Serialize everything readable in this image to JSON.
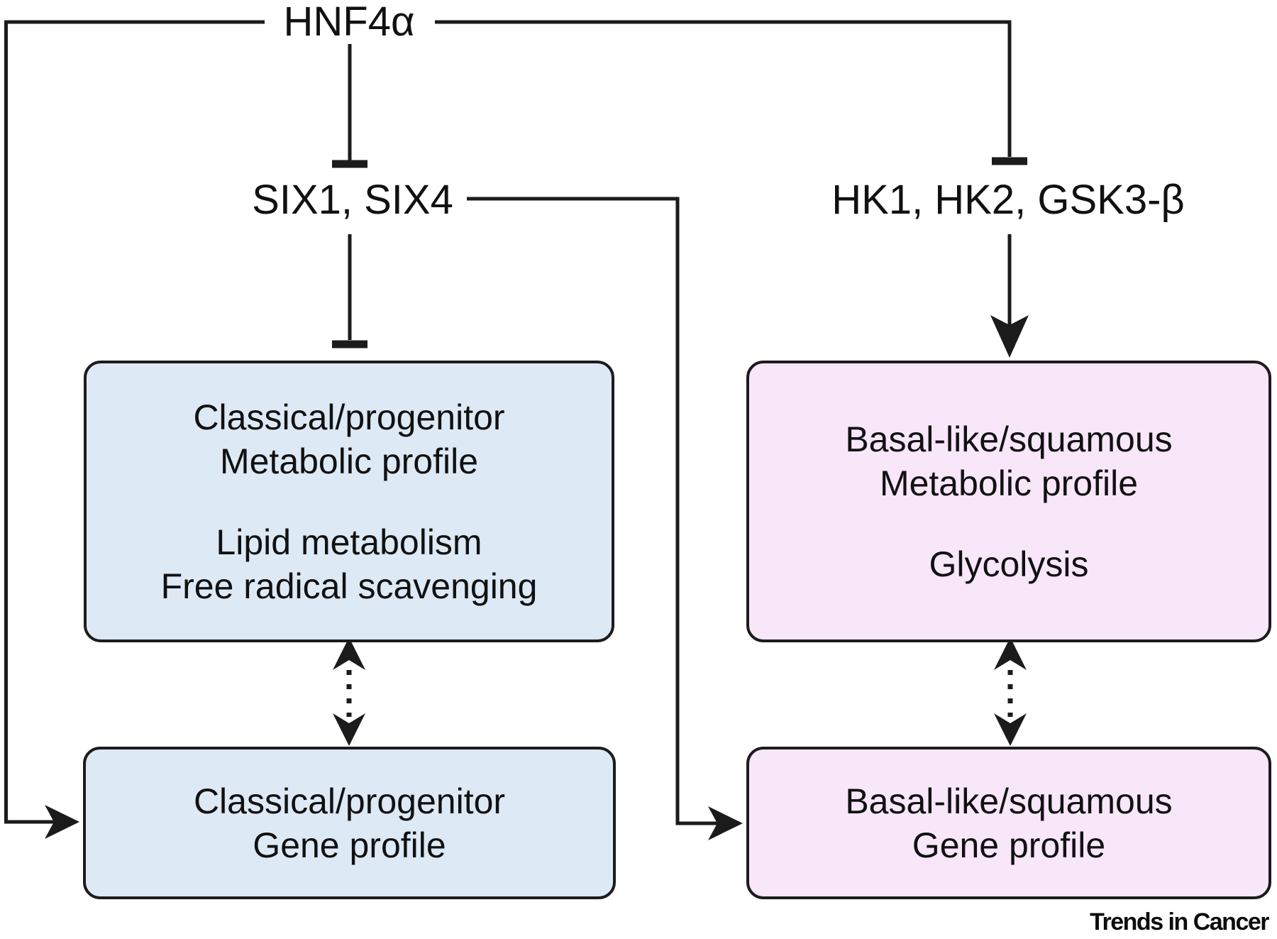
{
  "figure": {
    "watermark": "Trends in Cancer",
    "colors": {
      "line": "#1b1b1b",
      "classical_fill": "#dde9f5",
      "basal_fill": "#f8e6f9",
      "text": "#111111"
    },
    "labels": {
      "hnf4a": "HNF4α",
      "six": "SIX1, SIX4",
      "hk": "HK1, HK2, GSK3-β"
    },
    "boxes": {
      "classical_metabolic": {
        "line1": "Classical/progenitor",
        "line2": "Metabolic profile",
        "line3": "Lipid metabolism",
        "line4": "Free radical scavenging"
      },
      "basal_metabolic": {
        "line1": "Basal-like/squamous",
        "line2": "Metabolic profile",
        "line3": "Glycolysis"
      },
      "classical_gene": {
        "line1": "Classical/progenitor",
        "line2": "Gene profile"
      },
      "basal_gene": {
        "line1": "Basal-like/squamous",
        "line2": "Gene profile"
      }
    },
    "edges": {
      "hnf4a_inhibits_six": "inhibition",
      "hnf4a_inhibits_hk": "inhibition",
      "six_inhibits_classical_metabolic": "inhibition",
      "hk_activates_basal_metabolic": "activation",
      "hnf4a_activates_classical_gene": "activation",
      "six_activates_basal_gene": "activation",
      "classical_metabolic_gene_crosstalk": "bidirectional",
      "basal_metabolic_gene_crosstalk": "bidirectional"
    }
  }
}
